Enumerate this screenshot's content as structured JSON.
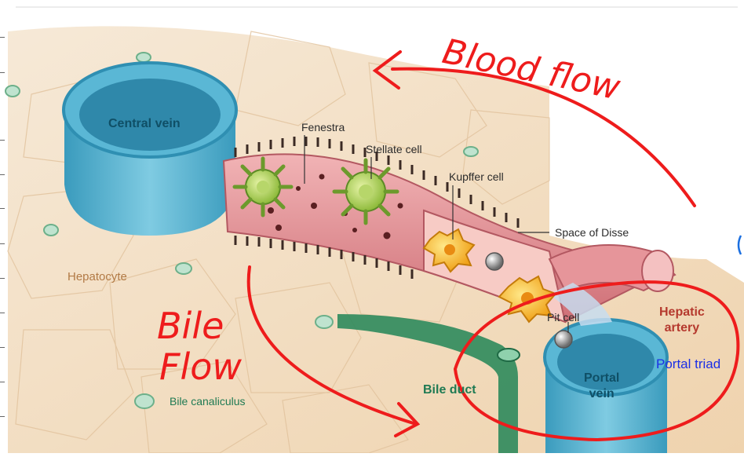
{
  "labels": {
    "central_vein": "Central vein",
    "fenestra": "Fenestra",
    "stellate_cell": "Stellate cell",
    "kupffer_cell": "Kupffer cell",
    "space_of_disse": "Space of Disse",
    "hepatocyte": "Hepatocyte",
    "pit_cell": "Pit cell",
    "hepatic_artery_line1": "Hepatic",
    "hepatic_artery_line2": "artery",
    "bile_duct": "Bile duct",
    "portal_vein_line1": "Portal",
    "portal_vein_line2": "vein",
    "bile_canaliculus": "Bile canaliculus",
    "portal_triad": "Portal triad"
  },
  "annotations": {
    "blood_flow": "Blood flow",
    "bile_flow_line1": "Bile",
    "bile_flow_line2": "Flow"
  },
  "colors": {
    "annotation_red": "#ee1c1c",
    "vein_blue": "#4fb3d1",
    "sinusoid_pink": "#e38d92",
    "hepatocyte_tan": "#f2dcc0",
    "bile_green": "#2d8a5c",
    "portal_triad_blue": "#1b2fe6"
  }
}
